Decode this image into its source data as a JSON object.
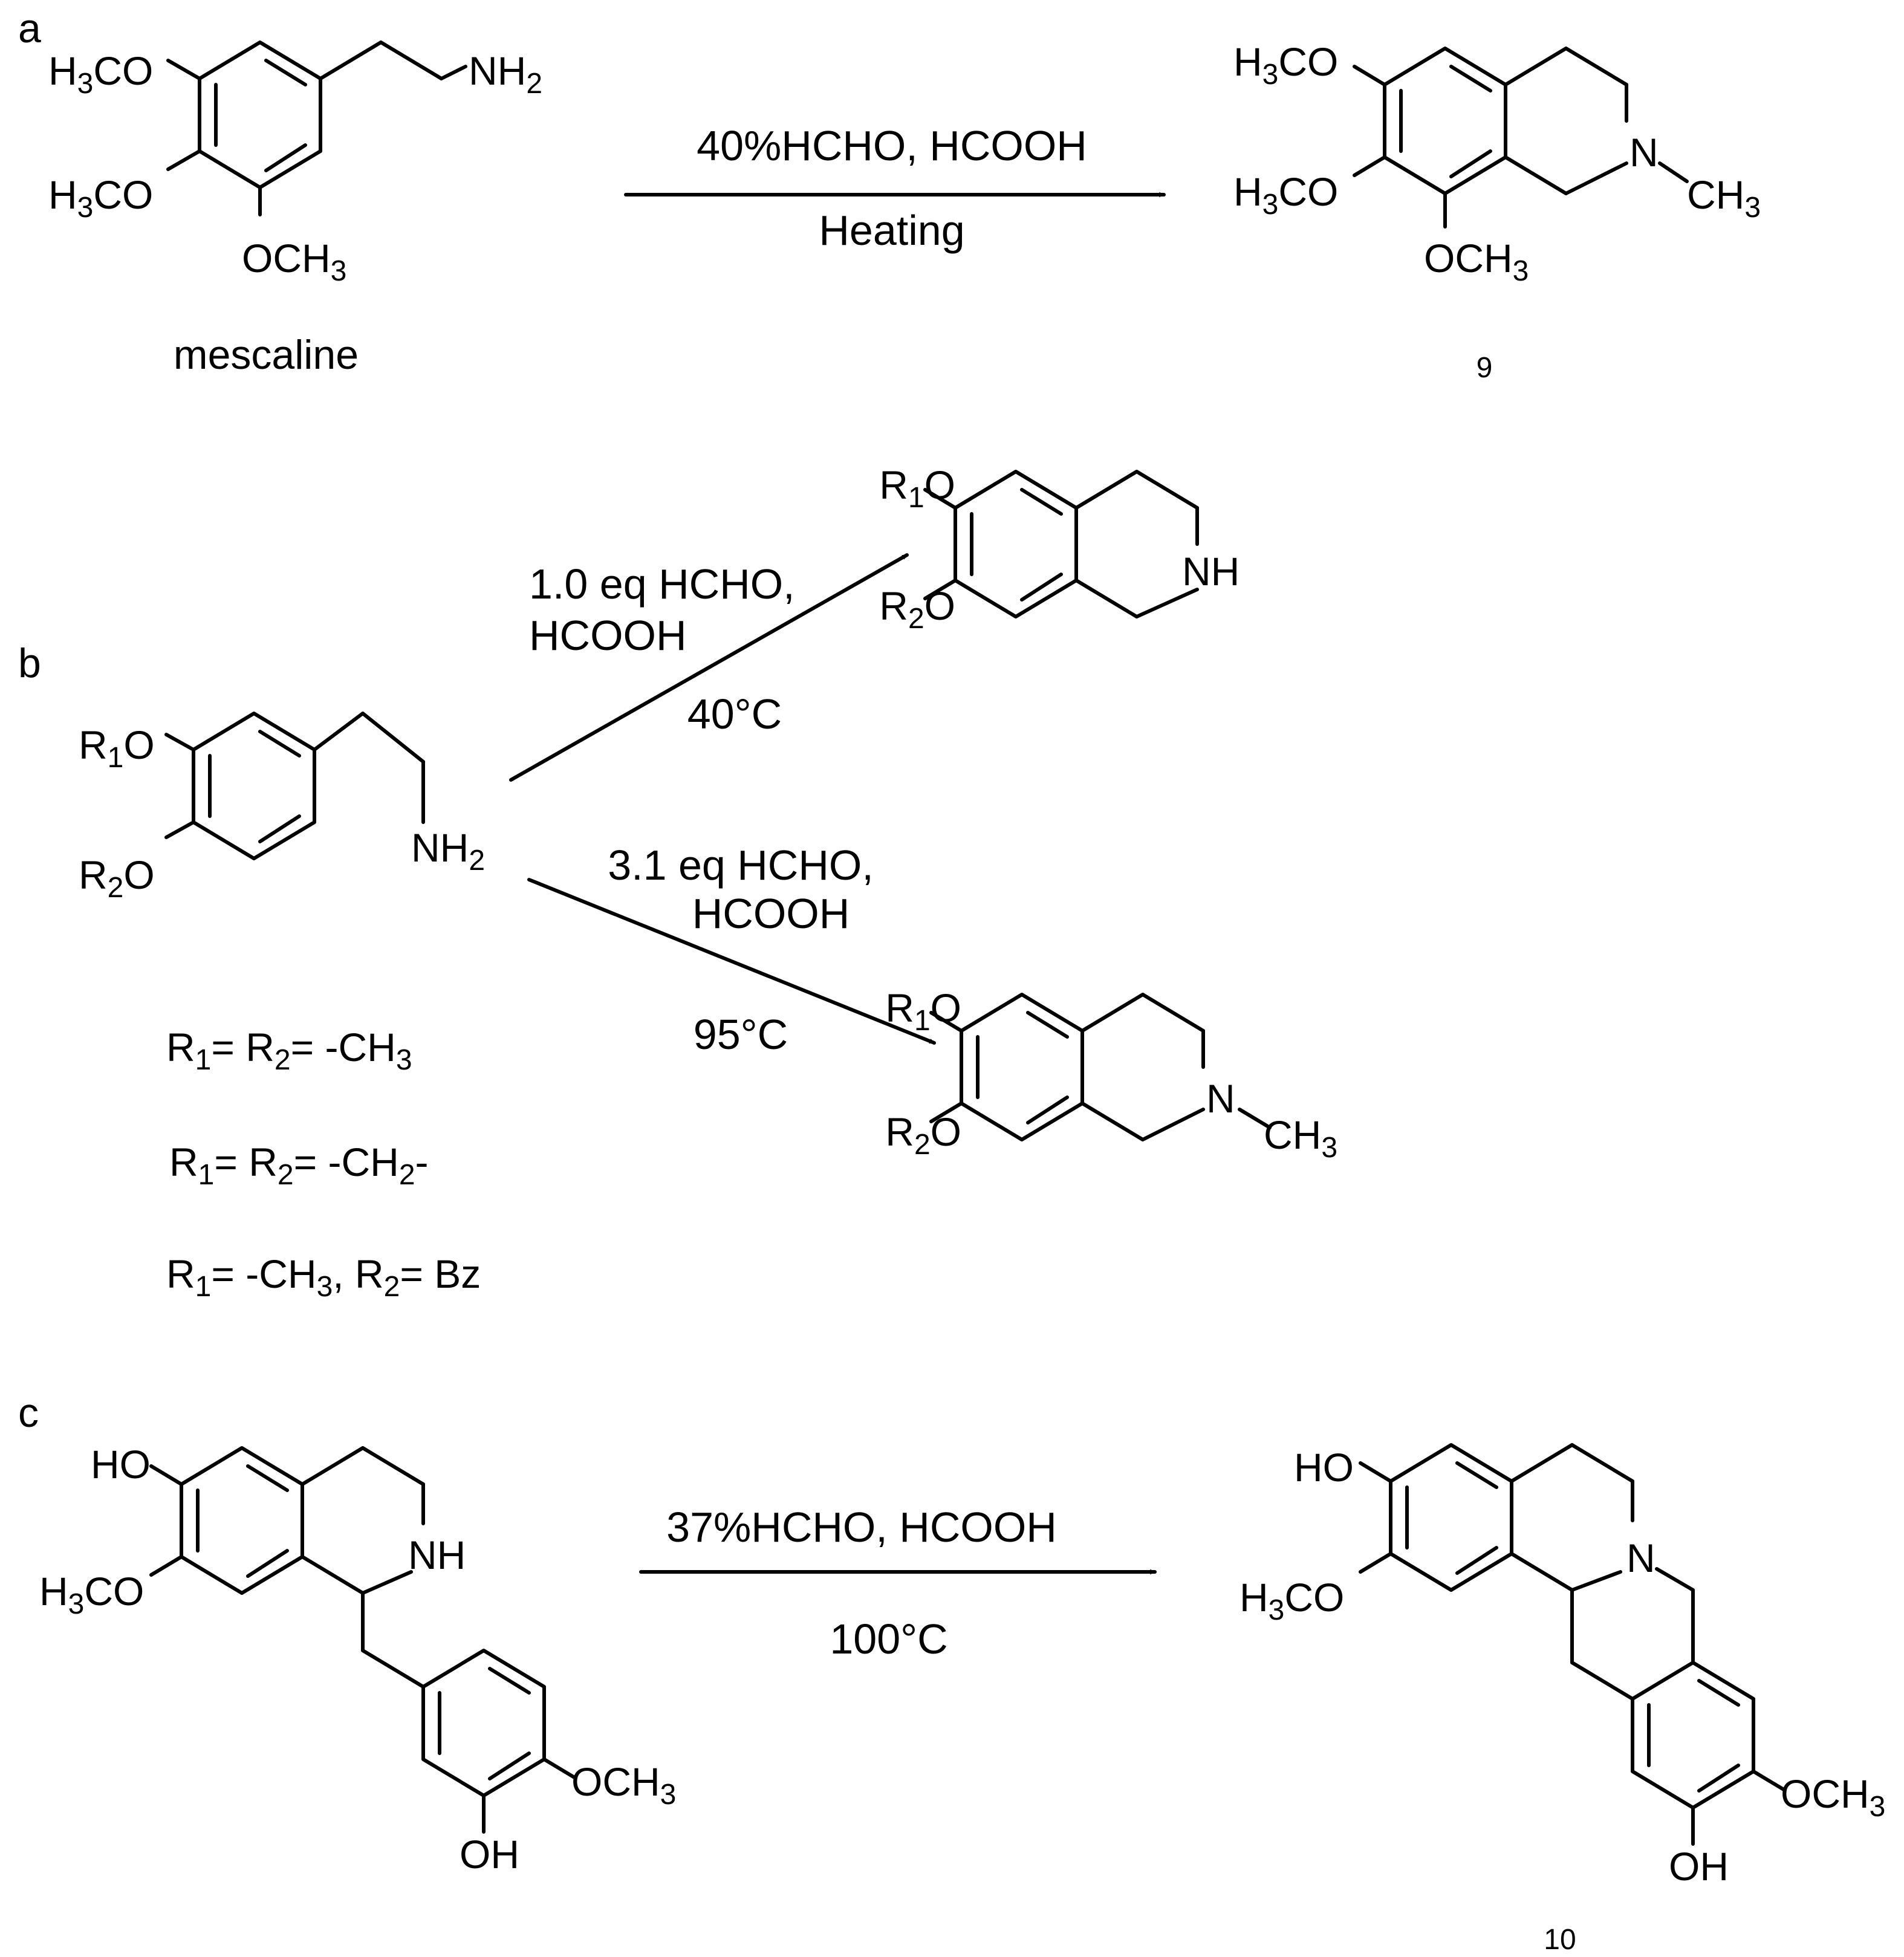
{
  "panels": {
    "a": {
      "letter": "a",
      "start_name": "mescaline",
      "conditions_top": "40%HCHO, HCOOH",
      "conditions_bottom": "Heating",
      "product_number": "9"
    },
    "b": {
      "letter": "b",
      "upper_conditions_1": "1.0 eq HCHO,",
      "upper_conditions_2": "HCOOH",
      "upper_temperature": "40°C",
      "lower_conditions_1": "3.1 eq HCHO,",
      "lower_conditions_2": "HCOOH",
      "lower_temperature": "95°C",
      "substituents": [
        "R1= R2= -CH3",
        "R1= R2= -CH2-",
        "R1= -CH3, R2= Bz"
      ]
    },
    "c": {
      "letter": "c",
      "conditions_top": "37%HCHO, HCOOH",
      "conditions_bottom": "100°C",
      "product_number": "10"
    }
  },
  "atoms": {
    "methoxy_left": "H3CO",
    "methoxy_right": "OCH3",
    "amine": "NH2",
    "secondary_amine": "NH",
    "nitrogen": "N",
    "methyl": "CH3",
    "hydroxyl_left": "HO",
    "hydroxyl_right": "OH",
    "r1_ether": "R1O",
    "r2_ether": "R2O"
  }
}
